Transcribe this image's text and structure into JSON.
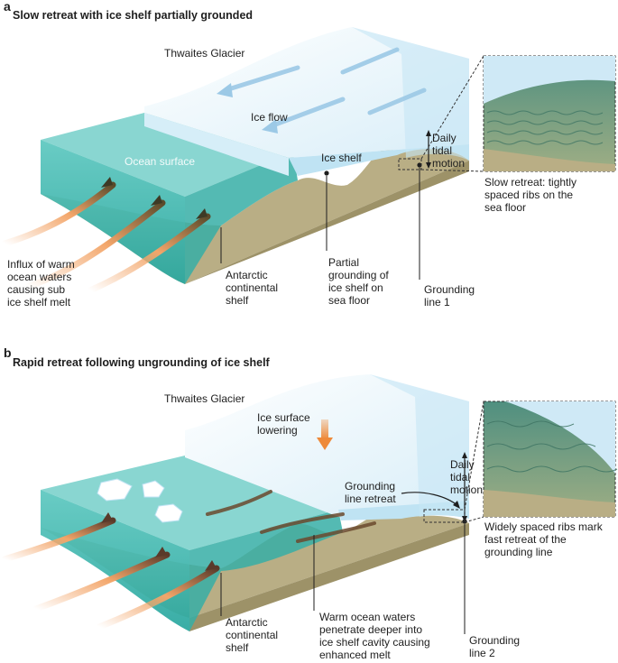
{
  "panel_a": {
    "letter": "a",
    "title": "Slow retreat with ice shelf partially grounded",
    "glacier_label": "Thwaites Glacier",
    "ice_flow_label": "Ice flow",
    "ocean_surface_label": "Ocean surface",
    "ice_shelf_label": "Ice shelf",
    "tidal_label": "Daily\ntidal\nmotion",
    "inset_caption": "Slow retreat: tightly\nspaced ribs on the\nsea floor",
    "influx_label": "Influx of warm\nocean waters\ncausing sub\nice shelf melt",
    "continental_shelf_label": "Antarctic\ncontinental\nshelf",
    "partial_grounding_label": "Partial\ngrounding of\nice shelf on\nsea floor",
    "grounding_line_label": "Grounding\nline 1"
  },
  "panel_b": {
    "letter": "b",
    "title": "Rapid retreat following ungrounding of ice shelf",
    "glacier_label": "Thwaites Glacier",
    "lowering_label": "Ice surface\nlowering",
    "retreat_label": "Grounding\nline retreat",
    "tidal_label": "Daily\ntidal\nmotion",
    "inset_caption": "Widely spaced ribs mark\nfast retreat of the\ngrounding line",
    "continental_shelf_label": "Antarctic\ncontinental\nshelf",
    "warm_water_label": "Warm ocean waters\npenetrate deeper into\nice shelf cavity causing\nenhanced melt",
    "grounding_line_label": "Grounding\nline 2"
  },
  "colors": {
    "ocean_top": "#7fd3cd",
    "ocean_side": "#3fb5ad",
    "seafloor": "#b9ae85",
    "ice_top": "#eef8fd",
    "ice_face": "#bfe3f3",
    "warm_arrow": "#f3a66a",
    "dark_arrow": "#3d3a25",
    "lowering_arrow": "#ee8a3a"
  }
}
